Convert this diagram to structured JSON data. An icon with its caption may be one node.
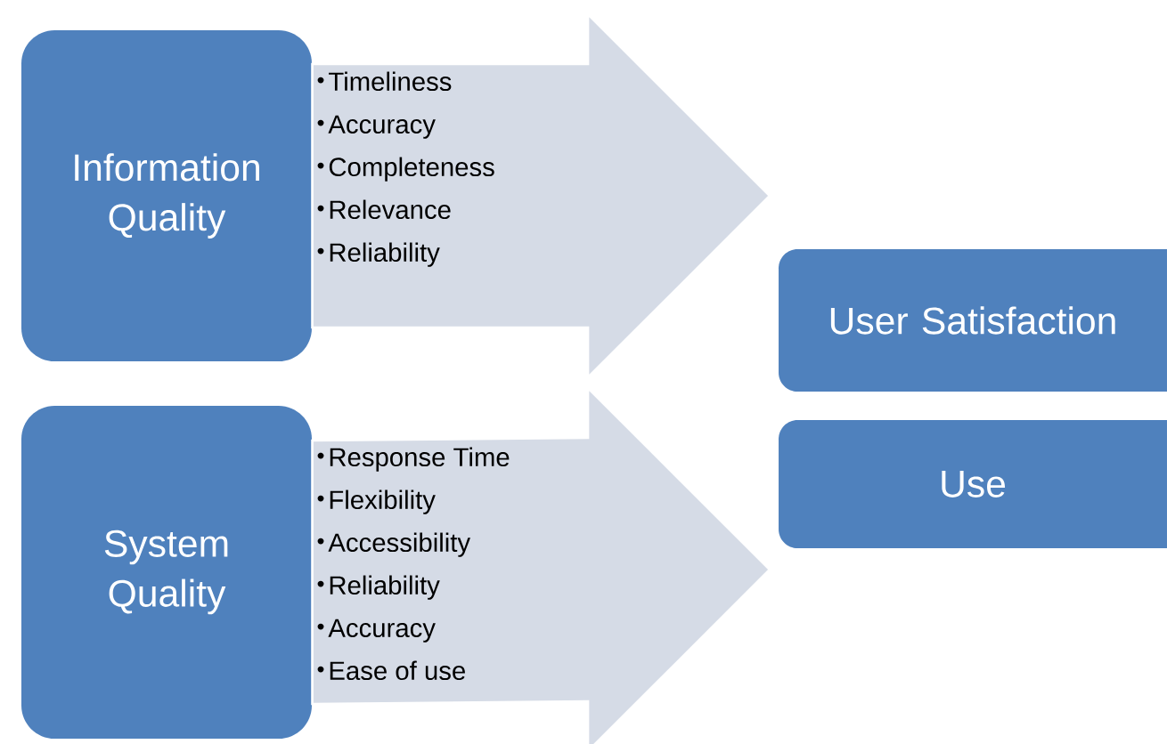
{
  "diagram": {
    "nodes": [
      {
        "text": [
          "Information Quality"
        ]
      },
      {
        "text": [
          "Timeliness",
          "Accuracy",
          "Completeness",
          "Relevance",
          "Reliability"
        ]
      },
      {
        "text": [
          "System Quality"
        ]
      },
      {
        "text": [
          "Response Time",
          "Flexibility",
          "Accessibility",
          "Reliability",
          "Accuracy",
          "Ease of use"
        ]
      },
      {
        "text": [
          "User Satisfaction"
        ]
      },
      {
        "text": [
          "Use"
        ]
      }
    ],
    "edges": [
      {
        "from": 0,
        "to": null,
        "arrow": "to"
      },
      {
        "from": 2,
        "to": null,
        "arrow": "to"
      }
    ]
  }
}
